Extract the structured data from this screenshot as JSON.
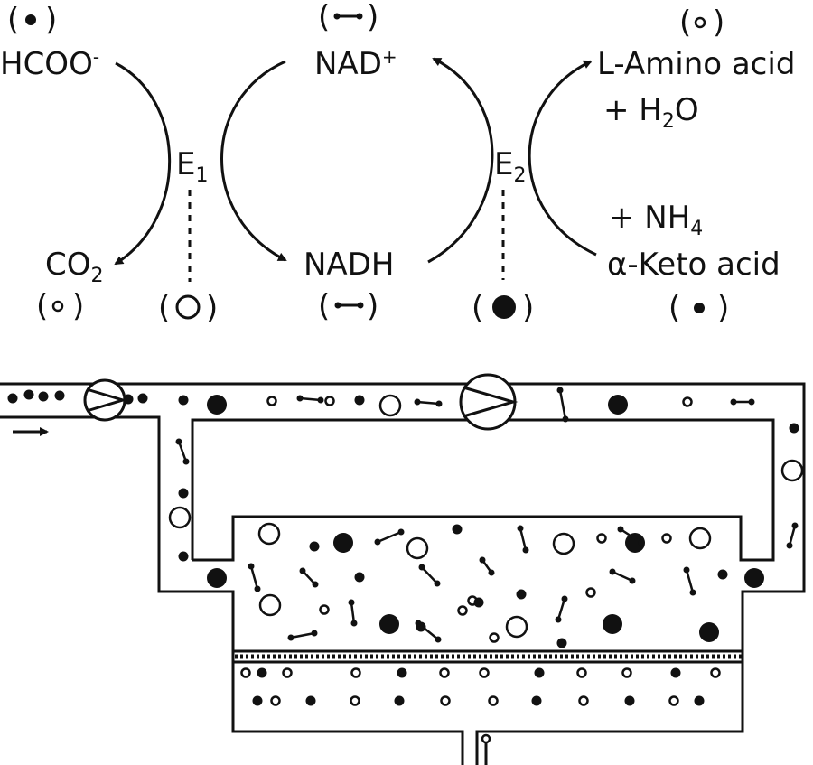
{
  "colors": {
    "ink": "#111111",
    "background": "#ffffff"
  },
  "labels": {
    "formate": "HCOO",
    "formate_charge": "-",
    "co2_main": "CO",
    "co2_sub": "2",
    "e1_main": "E",
    "e1_sub": "1",
    "e2_main": "E",
    "e2_sub": "2",
    "nad_main": "NAD",
    "nad_sup": "+",
    "nadh": "NADH",
    "amino_acid": "L-Amino acid",
    "water_plus": "+ H",
    "water_sub": "2",
    "water_o": "O",
    "ammonium": "+ NH",
    "ammonium_sub": "4",
    "keto_acid": "α-Keto acid"
  },
  "legend_symbols": [
    {
      "molecule": "formate",
      "symbol": "small-filled-dot"
    },
    {
      "molecule": "NAD",
      "symbol": "dumbbell"
    },
    {
      "molecule": "L-Amino acid",
      "symbol": "small-open-circle"
    },
    {
      "molecule": "CO2",
      "symbol": "small-open-circle"
    },
    {
      "molecule": "E1",
      "symbol": "large-open-circle"
    },
    {
      "molecule": "NADH",
      "symbol": "dumbbell"
    },
    {
      "molecule": "E2",
      "symbol": "large-filled-circle"
    },
    {
      "molecule": "α-Keto acid",
      "symbol": "small-filled-dot"
    }
  ]
}
